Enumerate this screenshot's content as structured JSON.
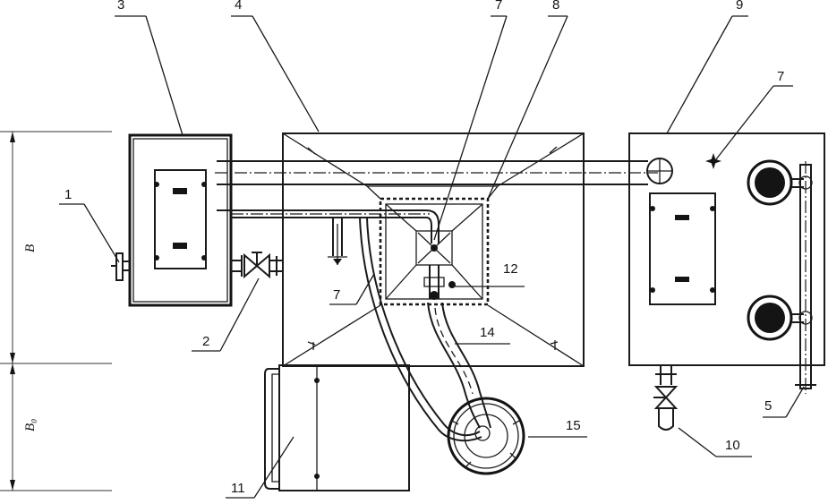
{
  "labels": {
    "n1": "1",
    "n2": "2",
    "n3": "3",
    "n4": "4",
    "n5": "5",
    "n7a": "7",
    "n7b": "7",
    "n7c": "7",
    "n8": "8",
    "n9": "9",
    "n10": "10",
    "n11": "11",
    "n12": "12",
    "n14": "14",
    "n15": "15"
  },
  "dimensions": {
    "b": "B",
    "b0": "B₀"
  }
}
